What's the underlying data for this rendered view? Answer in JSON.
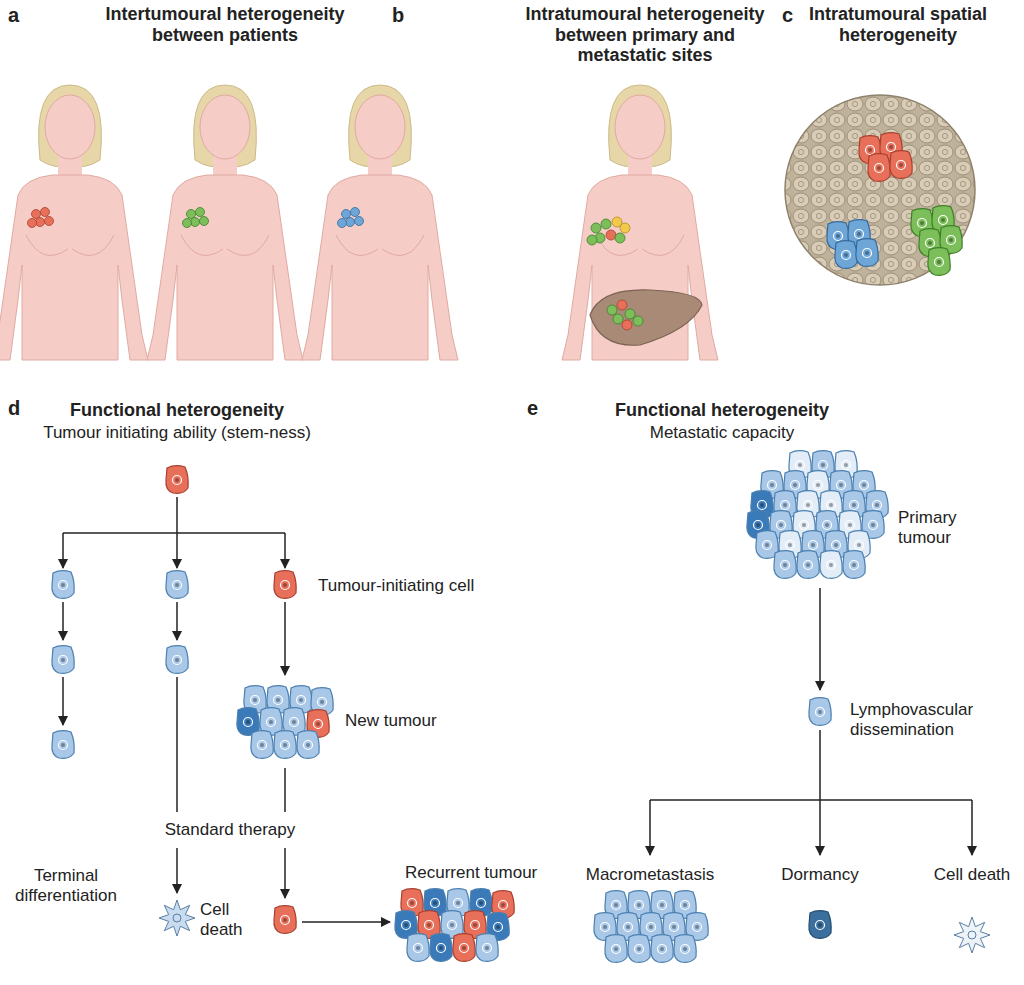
{
  "diagram": {
    "labels": [
      "a",
      "Intertumoural heterogeneity between patients",
      "b",
      "Intratumoural heterogeneity between primary and metastatic sites",
      "c",
      "Intratumoural spatial heterogeneity",
      "d",
      "Functional heterogeneity",
      "Tumour initiating ability (stem-ness)",
      "e",
      "Functional heterogeneity",
      "Metastatic capacity",
      "Tumour-initiating cell",
      "New tumour",
      "Standard therapy",
      "Terminal differentiation",
      "Cell death",
      "Recurrent tumour",
      "Primary tumour",
      "Lymphovascular dissemination",
      "Macrometastasis",
      "Dormancy",
      "Cell death"
    ]
  }
}
